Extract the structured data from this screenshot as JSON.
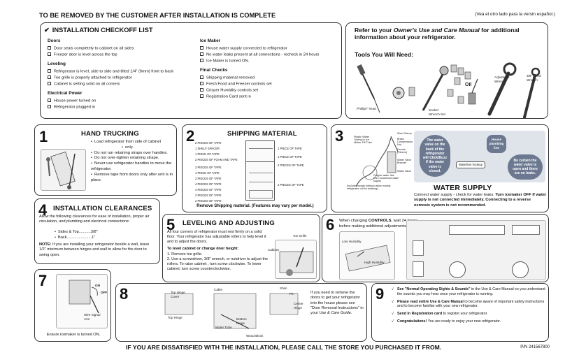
{
  "header": {
    "title": "TO BE REMOVED BY THE CUSTOMER AFTER INSTALLATION IS COMPLETE",
    "spanish_note": "(Vea el otro lado para la versin español.)"
  },
  "checklist": {
    "check_mark": "✔",
    "title": "INSTALLATION CHECKOFF LIST",
    "doors_heading": "Doors",
    "doors": [
      "Door seals completely to cabinet on all sides",
      "Freezer door is level across the top"
    ],
    "leveling_heading": "Leveling",
    "leveling": [
      "Refrigerator is level, side to side and tilted 1/4\" (6mm) front to back",
      "Toe grille is properly attached to refrigerator",
      "Cabinet is setting solid on all corners"
    ],
    "power_heading": "Electrical Power",
    "power": [
      "House power turned on",
      "Refrigerator plugged in"
    ],
    "ice_heading": "Ice Maker",
    "ice": [
      "House water supply connected to refrigerator",
      "No water leaks present at all connections - recheck in 24 hours",
      "Ice Maker is turned ON."
    ],
    "final_heading": "Final Checks",
    "final": [
      "Shipping material removed",
      "Fresh Food and Freezer controls set",
      "Crisper Humidity controls set",
      "Registration Card sent in"
    ]
  },
  "tools": {
    "intro_1": "Refer to your ",
    "intro_em": "Owner's Use and Care Manual",
    "intro_2": " for additional information about your refrigerator.",
    "heading": "Tools You Will Need:",
    "labels": {
      "phillips": "Phillips\" head",
      "socket": "Socket Wrench Set",
      "oil": "Oil",
      "adjustable": "Adjustable Wrench",
      "fixed": "3/8\" Fixed Wrench"
    }
  },
  "step1": {
    "number": "1",
    "title": "HAND TRUCKING",
    "lines": [
      "Load refrigerator from side of cabinet",
      "only.",
      "Do not run retaining straps over handles.",
      "Do not over-tighten retaining strape.",
      "Never use refrigerator handles to move the refrigerator.",
      "Remove tape from doors only after unit is in place."
    ]
  },
  "step2": {
    "number": "2",
    "title": "SHIPPING MATERIAL",
    "left_labels": [
      "2 PIECES OF TAPE",
      "1 SHELF SPACER",
      "1 PIECE OF TAPE",
      "2 PIECES OF FOAM AND TAPE",
      "2 PIECES OF TAPE",
      "1 PIECE OF TAPE",
      "2 PIECES OF TAPE",
      "4 PIECES OF TAPE",
      "4 PIECES OF TAPE",
      "2 PIECES OF TAPE",
      "2 PIECES OF TAPE"
    ],
    "right_labels": [
      "1 PIECE OF TAPE",
      "1 PIECE OF TAPE",
      "2 PIECES OF TAPE",
      "2 PIECES OF TAPE"
    ],
    "caption": "Remove Shipping material. (Features may vary per model.)"
  },
  "step3": {
    "number": "3",
    "labels": [
      "Plastic Water Tubing to Ice Maker Fill Tube",
      "Steel Clamp",
      "Brass Compression Nut",
      "Ferrule (Sleeve)",
      "Water Valve Bracket",
      "Water Valve",
      "Copper water line from household water supply",
      "(Include enough tubing to allow moving refrigerator out for cleaning.)"
    ],
    "bubble_left": "The water valve on the back of the refrigerator will Click/Buzz if the water valve is closed.",
    "bubble_top": "House plumbing line",
    "bubble_mid": "Waterline hookup",
    "bubble_right": "Be certain the water valve is open and there are no leaks.",
    "title": "WATER SUPPLY",
    "text_1": "Connect water supply - check for water leaks. ",
    "text_bold": "Turn icemaker OFF if water supply is not connected immediately. Connecting to a reverse osmosis system is not recommended."
  },
  "step4": {
    "number": "4",
    "title": "INSTALLATION CLEARANCES",
    "intro": "Allow the following clearances for ease of installation, proper air circulation, and plumbing and electrical connections:",
    "items": [
      "Sides & Top...........3/8\"",
      "Back.......................1\""
    ],
    "note_label": "NOTE:",
    "note": " If you are installing your refrigerator beside a wall, leave 1/2\" minimum between hinges and wall to allow for the door to swing open."
  },
  "step5": {
    "number": "5",
    "title": "LEVELING AND ADJUSTING",
    "intro": "All four corners of refrigerator must rest firmly on a solid floor. Your refrigerator has adjustable rollers to help level it and to adjust the doors.",
    "sub": "To level cabinet or change door height:",
    "steps": [
      "1. Remove toe grille.",
      "2. Use a screwdriver, 3/8\" wrench, or nutdriver to adjust the rollers. To raise cabinet , turn screw clockwise. To lower cabinet, turn screw counterclockwise."
    ],
    "labels": [
      "Toe Grille",
      "Cabinet"
    ]
  },
  "step6": {
    "number": "6",
    "text_1": "When changing ",
    "text_bold": "CONTROLS",
    "text_2": ", wait 24 hours before making additional adjustments.",
    "labels": [
      "Low Humidity",
      "High Humidity"
    ]
  },
  "step7": {
    "number": "7",
    "labels": [
      "ON",
      "OFF",
      "Wire Signal Arm"
    ],
    "caption": "Ensure icemaker is turned ON."
  },
  "step8": {
    "number": "8",
    "labels": [
      "Top Hinge Cover",
      "Cable",
      "Shim",
      "Pin",
      "Center Hinge",
      "Top Hinge",
      "Water Tube",
      "Bottom Hinge",
      "Wood Block"
    ],
    "text_1": "If you need to remove the doors to get your refrigerator into the house please see \"Door Removal Instructions\" in your ",
    "text_em": "Use & Care Guide."
  },
  "step9": {
    "number": "9",
    "tick": "√",
    "items": [
      {
        "bold": "See \"Normal Operating Sights & Sounds\"",
        "em": "",
        "text": " in the Use & Care Manual so you understand the sounds you may hear once your refrigerator is running."
      },
      {
        "bold": "Please read entire Use & Care Manual",
        "em": "",
        "text": " to become aware of important safety instructions and to become familiar with your new refrigerator."
      },
      {
        "bold": "Send in Registration card",
        "em": "",
        "text": " to register your refrigerator."
      },
      {
        "bold": "Congratulations!",
        "em": "",
        "text": " You are ready to enjoy your new refrigerator."
      }
    ]
  },
  "footer": {
    "text": "IF YOU ARE DISSATISFIED WITH THE INSTALLATION, PLEASE CALL THE STORE YOU PURCHASED IT FROM.",
    "part": "P/N 241567800"
  }
}
